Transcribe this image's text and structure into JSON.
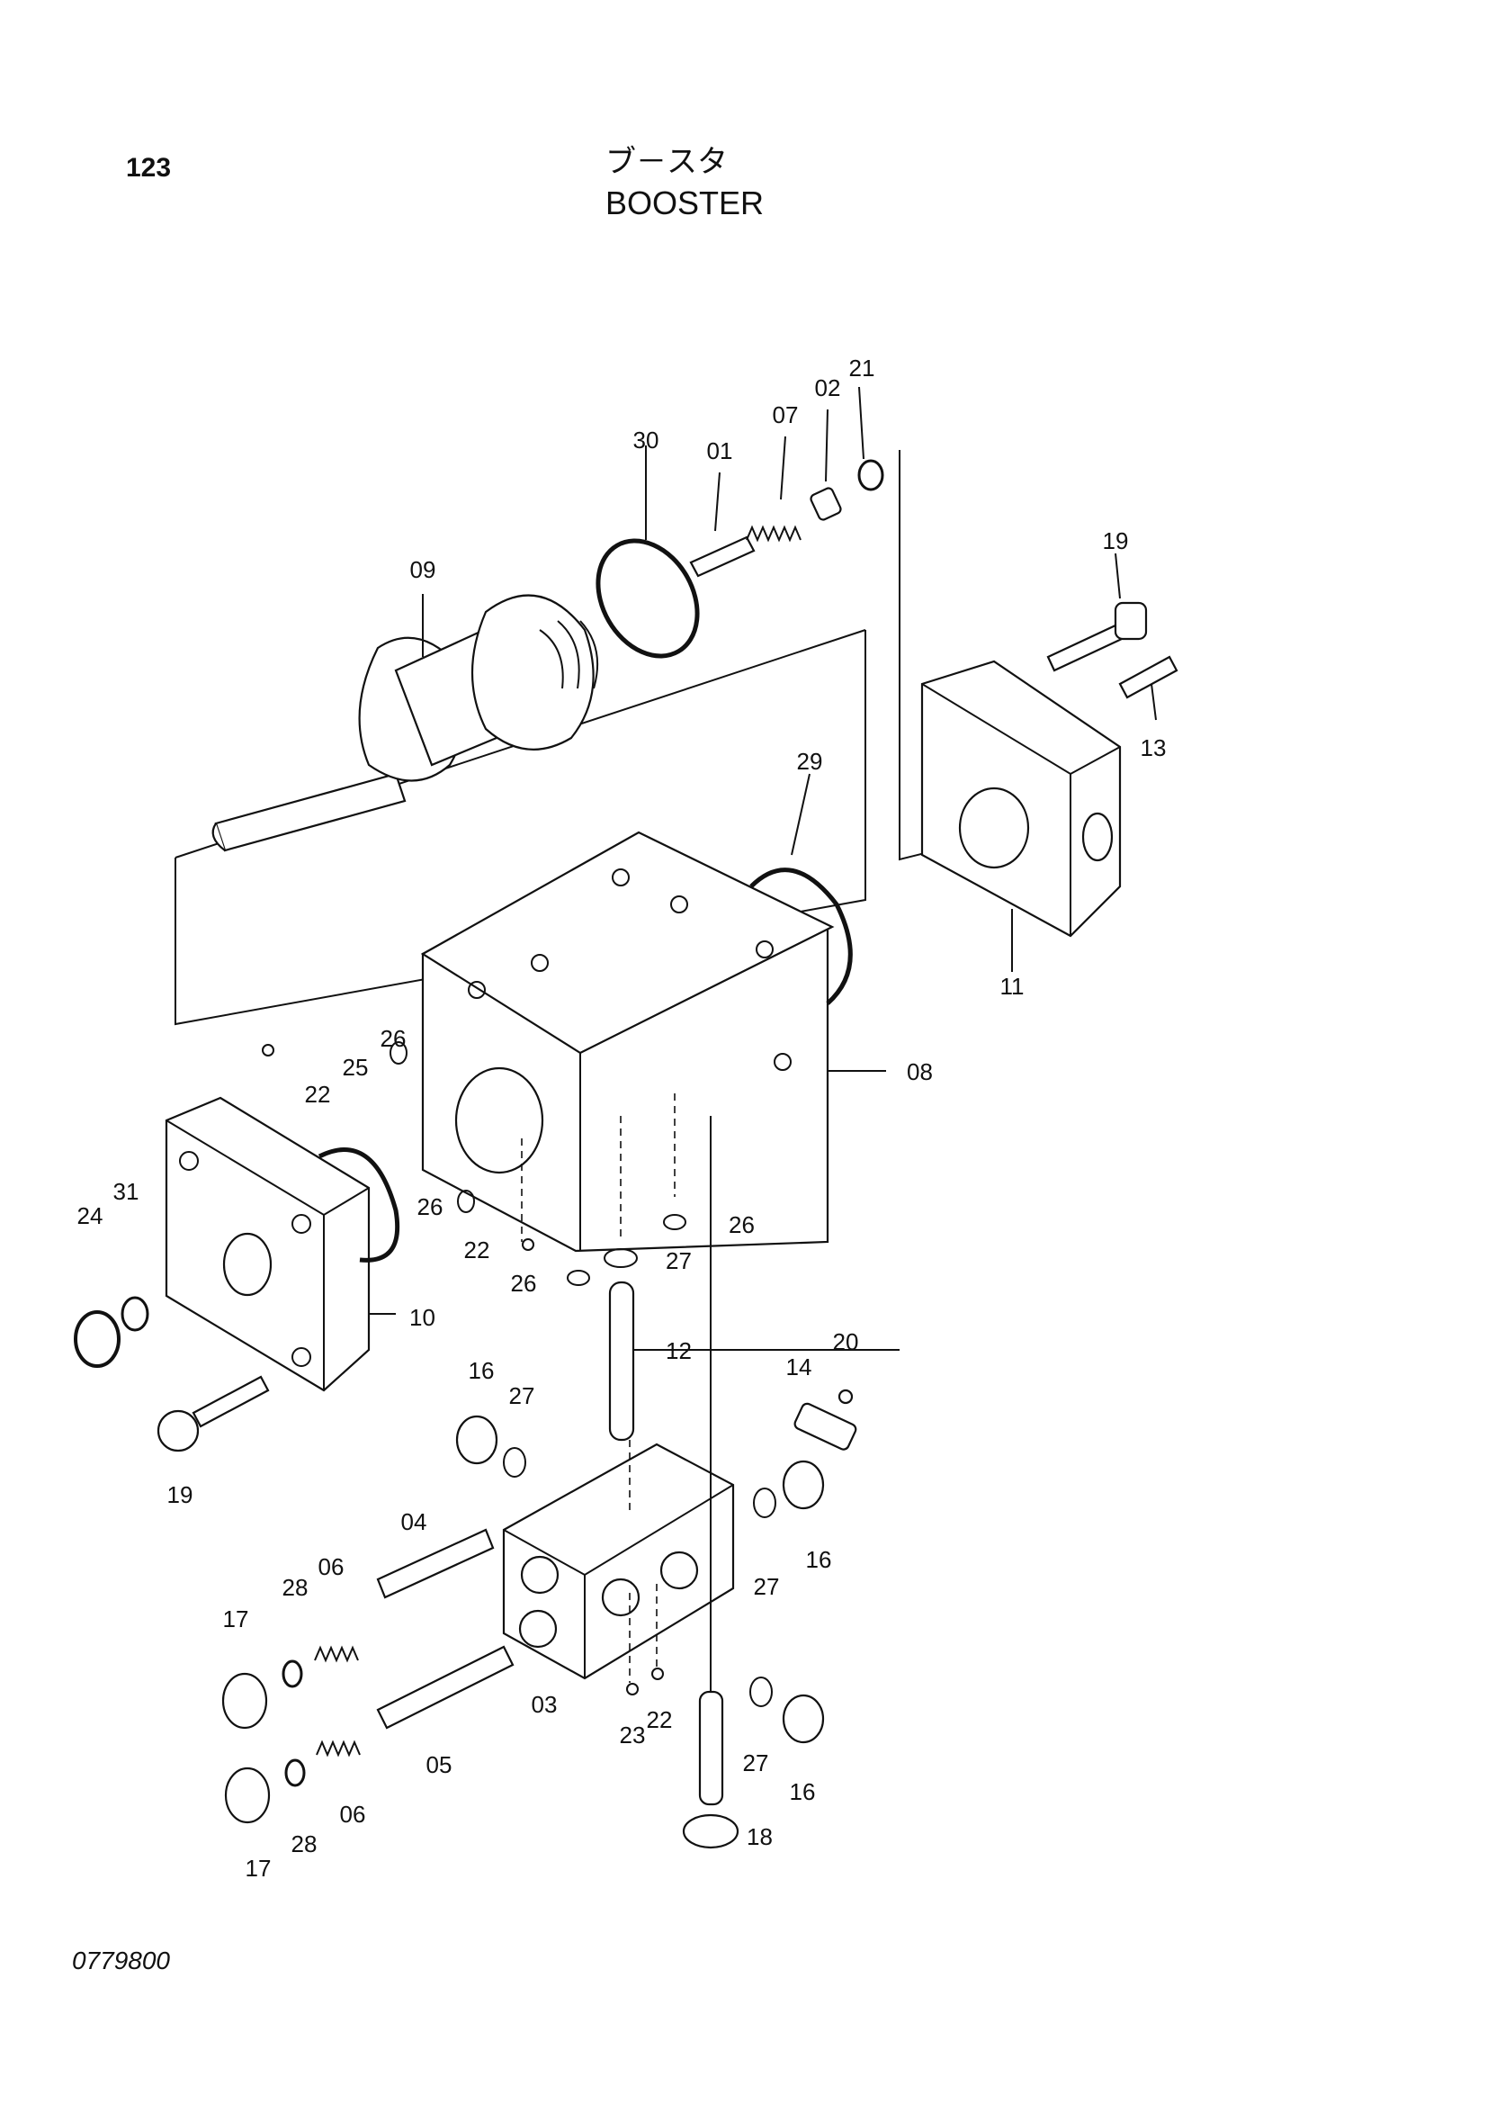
{
  "header": {
    "page_number": "123",
    "title_jp": "ブ－スタ",
    "title_en": "BOOSTER"
  },
  "footer": {
    "doc_code": "0779800"
  },
  "callouts": [
    "01",
    "02",
    "07",
    "21",
    "30",
    "09",
    "19",
    "13",
    "29",
    "11",
    "08",
    "26",
    "25",
    "22",
    "24",
    "31",
    "10",
    "26",
    "22",
    "26",
    "27",
    "26",
    "12",
    "16",
    "27",
    "14",
    "20",
    "19",
    "04",
    "06",
    "28",
    "17",
    "16",
    "27",
    "03",
    "23",
    "22",
    "05",
    "06",
    "28",
    "17",
    "27",
    "16",
    "18"
  ]
}
